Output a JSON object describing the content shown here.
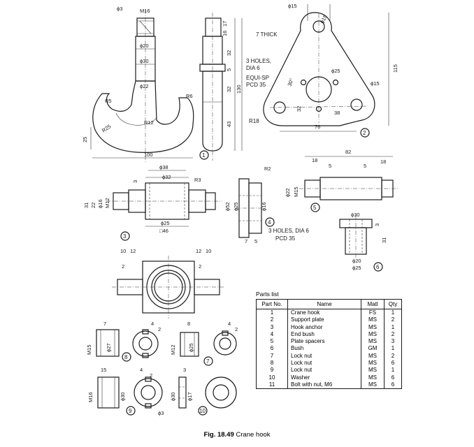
{
  "caption": {
    "fig_number": "Fig. 18.49",
    "title": "Crane hook"
  },
  "part_markers": [
    "1",
    "2",
    "3",
    "4",
    "5",
    "6",
    "7",
    "8",
    "9",
    "10"
  ],
  "dimensions": {
    "hook": [
      "ϕ3",
      "M16",
      "ϕ20",
      "ϕ30",
      "ϕ22",
      "R5",
      "R12",
      "R25",
      "25",
      "100",
      "R6",
      "17",
      "16",
      "32",
      "5",
      "130",
      "32",
      "43"
    ],
    "plate": [
      "ϕ15",
      "ϕ15",
      "7 THICK",
      "3 HOLES,",
      "DIA 6",
      "EQUI-SP",
      "PCD 35",
      "ϕ25",
      "30°",
      "ϕ15",
      "32",
      "38",
      "R18",
      "76",
      "115"
    ],
    "anchor": [
      "ϕ38",
      "ϕ32",
      "3",
      "R3",
      "31",
      "22",
      "ϕ16",
      "M12",
      "ϕ25",
      "□46",
      "10",
      "12",
      "12",
      "10",
      "2",
      "2"
    ],
    "end_bush": [
      "R2",
      "ϕ52",
      "ϕ25",
      "ϕ16",
      "7",
      "5",
      "3 HOLES, DIA 6",
      "PCD 35"
    ],
    "spacer": [
      "82",
      "18",
      "5",
      "5",
      "18",
      "ϕ22",
      "M15"
    ],
    "bush": [
      "ϕ30",
      "3",
      "31",
      "ϕ20",
      "ϕ25"
    ],
    "nuts": [
      "7",
      "M15",
      "ϕ27",
      "4",
      "2",
      "8",
      "M12",
      "ϕ25",
      "4",
      "2",
      "15",
      "M16",
      "ϕ30",
      "4",
      "2",
      "3",
      "ϕ30",
      "ϕ17",
      "ϕ3"
    ]
  },
  "parts_list": {
    "title": "Parts list",
    "headers": [
      "Part No.",
      "Name",
      "Matl",
      "Qty"
    ],
    "rows": [
      [
        "1",
        "Crane hook",
        "FS",
        "1"
      ],
      [
        "2",
        "Support plate",
        "MS",
        "2"
      ],
      [
        "3",
        "Hook anchor",
        "MS",
        "1"
      ],
      [
        "4",
        "End bush",
        "MS",
        "2"
      ],
      [
        "5",
        "Plate spacers",
        "MS",
        "3"
      ],
      [
        "6",
        "Bush",
        "GM",
        "1"
      ],
      [
        "7",
        "Lock nut",
        "MS",
        "2"
      ],
      [
        "8",
        "Lock nut",
        "MS",
        "6"
      ],
      [
        "9",
        "Lock nut",
        "MS",
        "1"
      ],
      [
        "10",
        "Washer",
        "MS",
        "6"
      ],
      [
        "11",
        "Bolt with nut, M6",
        "MS",
        "6"
      ]
    ]
  }
}
